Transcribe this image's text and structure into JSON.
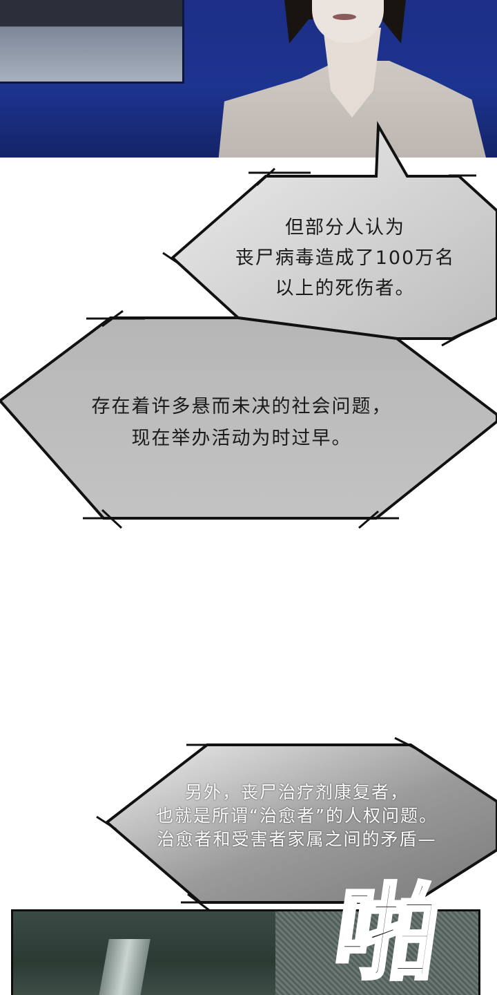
{
  "bubbles": [
    {
      "lines": [
        "但部分人认为",
        "丧尸病毒造成了100万名",
        "以上的死伤者。"
      ]
    },
    {
      "lines": [
        "存在着许多悬而未决的社会问题，",
        "现在举办活动为时过早。"
      ]
    },
    {
      "lines": [
        "另外，丧尸治疗剂康复者，",
        "也就是所谓“治愈者”的人权问题。",
        "治愈者和受害者家属之间的矛盾—"
      ]
    }
  ],
  "sound_effect": "啪",
  "colors": {
    "top_panel_background": "#1d3490",
    "bubble_fill": "#b8b8b8",
    "bubble_outline": "#111111",
    "page_background": "#ffffff"
  }
}
